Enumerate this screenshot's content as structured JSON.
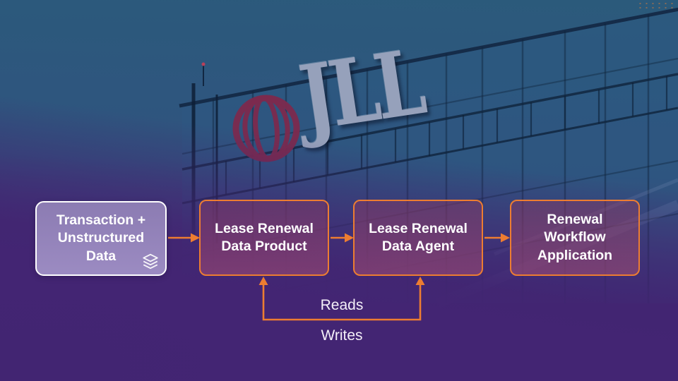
{
  "slide": {
    "background": {
      "company_logo_text": "JLL",
      "emblem_icon": "jll-globe-icon",
      "colors": {
        "sky-top": "#2b5a7b",
        "glass-blue": "#30537e",
        "purple": "#432573",
        "emblem-maroon": "#7c2b4e",
        "letters-silver": "#96a1bb"
      }
    },
    "diagram": {
      "colors": {
        "accent-orange": "#ed7d31",
        "source-border": "#ffffff",
        "source-lavender": "#9386bd"
      },
      "nodes": [
        {
          "id": "transaction-unstructured-data",
          "lines": [
            "Transaction +",
            "Unstructured",
            "Data"
          ],
          "icon": "layers-icon"
        },
        {
          "id": "lease-renewal-data-product",
          "lines": [
            "Lease Renewal",
            "Data Product"
          ]
        },
        {
          "id": "lease-renewal-data-agent",
          "lines": [
            "Lease Renewal",
            "Data Agent"
          ]
        },
        {
          "id": "renewal-workflow-application",
          "lines": [
            "Renewal",
            "Workflow",
            "Application"
          ]
        }
      ],
      "loop_labels": {
        "reads": "Reads",
        "writes": "Writes"
      }
    }
  }
}
